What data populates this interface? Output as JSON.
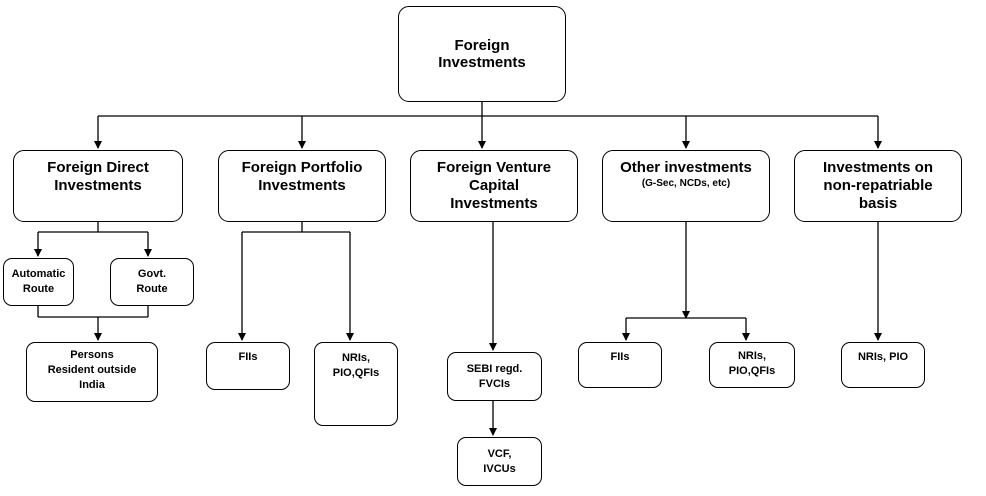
{
  "root": {
    "label": "Foreign\nInvestments"
  },
  "categories": [
    {
      "label": "Foreign Direct\nInvestments",
      "routes": [
        "Automatic\nRoute",
        "Govt.\nRoute"
      ],
      "outcome": "Persons\nResident outside\nIndia"
    },
    {
      "label": "Foreign Portfolio\nInvestments",
      "children": [
        "FIIs",
        "NRIs,\nPIO,QFIs"
      ]
    },
    {
      "label": "Foreign Venture\nCapital\nInvestments",
      "chain": [
        "SEBI regd.\nFVCIs",
        "VCF,\nIVCUs"
      ]
    },
    {
      "label": "Other investments",
      "sublabel": "(G-Sec, NCDs, etc)",
      "children": [
        "FIIs",
        "NRIs,\nPIO,QFIs"
      ]
    },
    {
      "label": "Investments on\nnon-repatriable\nbasis",
      "children": [
        "NRIs, PIO"
      ]
    }
  ]
}
